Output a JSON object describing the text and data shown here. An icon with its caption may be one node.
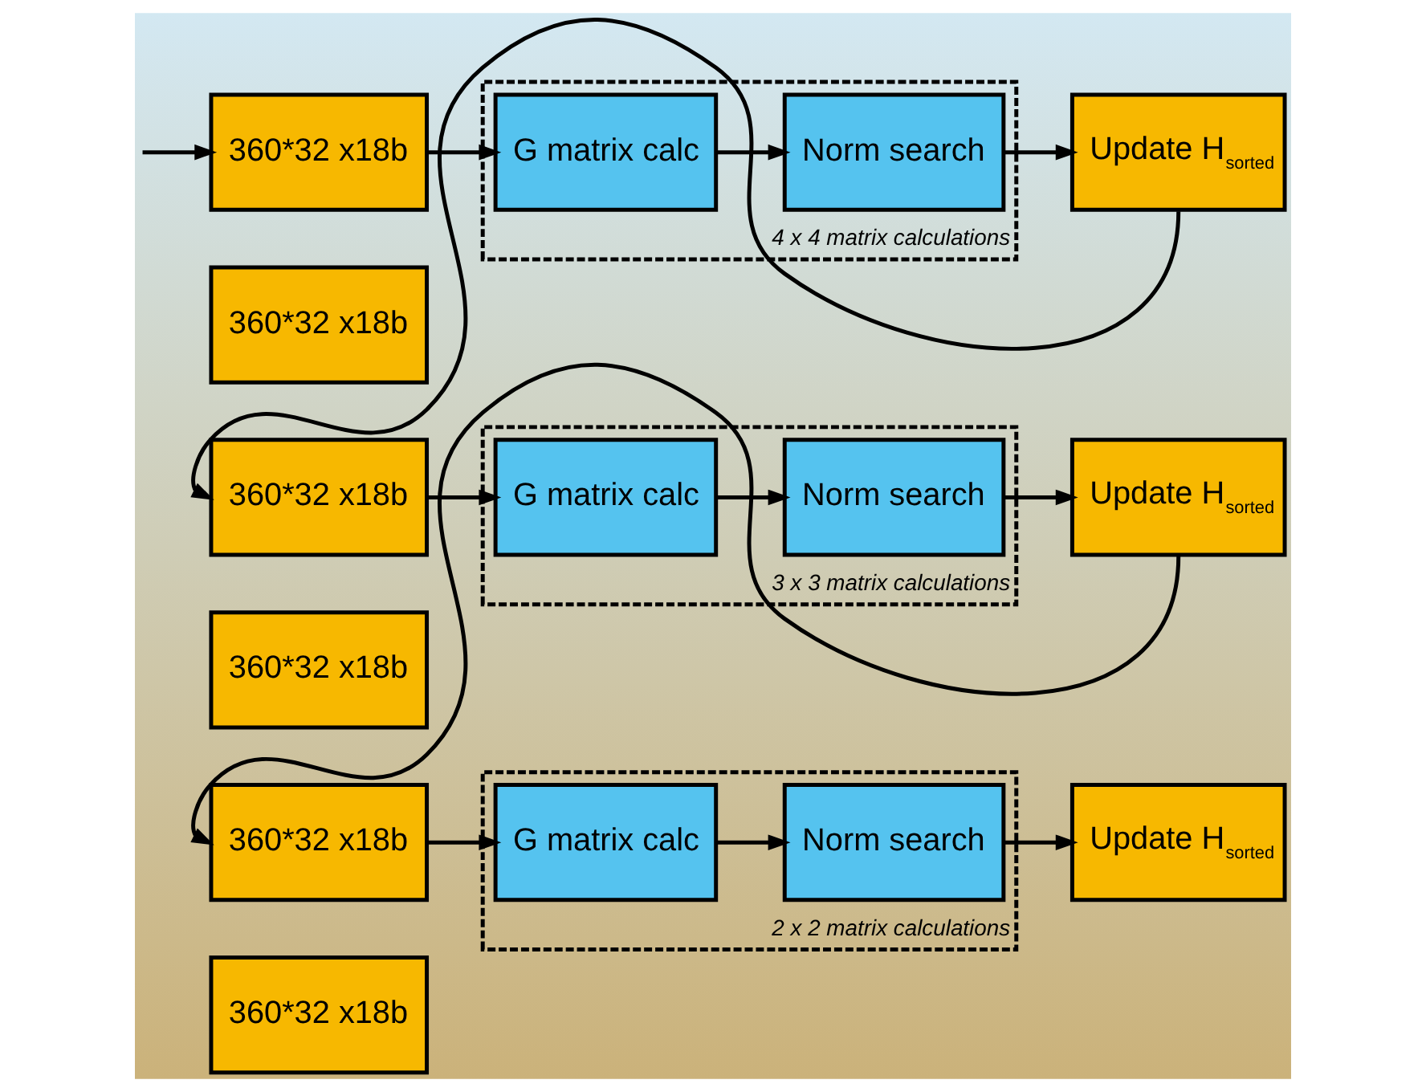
{
  "diagram": {
    "nodes": [
      {
        "text": [
          "360*32 x18b"
        ]
      },
      {
        "text": [
          "360*32 x18b"
        ]
      },
      {
        "text": [
          "4 x 4 matrix calculations"
        ]
      },
      {
        "text": [
          "G matrix calc"
        ],
        "in": 2
      },
      {
        "text": [
          "Norm search"
        ],
        "in": 2
      },
      {
        "text": [
          "Update H$_{sorted}$"
        ]
      },
      {
        "text": [
          "360*32 x18b"
        ]
      },
      {
        "text": [
          "360*32 x18b"
        ]
      },
      {
        "text": [
          "3 x 3 matrix calculations"
        ]
      },
      {
        "text": [
          "G matrix calc"
        ],
        "in": 8
      },
      {
        "text": [
          "Norm search"
        ],
        "in": 8
      },
      {
        "text": [
          "Update H$_{sorted}$"
        ]
      },
      {
        "text": [
          "360*32 x18b"
        ]
      },
      {
        "text": [
          "360*32 x18b"
        ]
      },
      {
        "text": [
          "2 x 2 matrix calculations"
        ]
      },
      {
        "text": [
          "G matrix calc"
        ],
        "in": 14
      },
      {
        "text": [
          "Norm search"
        ],
        "in": 14
      },
      {
        "text": [
          "Update H$_{sorted}$"
        ]
      }
    ],
    "edges": [
      {
        "from": null,
        "to": 0,
        "arrow": "to"
      },
      {
        "from": 0,
        "to": 3,
        "arrow": "to"
      },
      {
        "from": 3,
        "to": 4,
        "arrow": "to"
      },
      {
        "from": 4,
        "to": 5,
        "arrow": "to"
      },
      {
        "from": 5,
        "to": 6,
        "arrow": "to"
      },
      {
        "from": 6,
        "to": 9,
        "arrow": "to"
      },
      {
        "from": 9,
        "to": 10,
        "arrow": "to"
      },
      {
        "from": 10,
        "to": 11,
        "arrow": "to"
      },
      {
        "from": 11,
        "to": 12,
        "arrow": "to"
      },
      {
        "from": 12,
        "to": 15,
        "arrow": "to"
      },
      {
        "from": 15,
        "to": 16,
        "arrow": "to"
      },
      {
        "from": 16,
        "to": 17,
        "arrow": "to"
      }
    ]
  }
}
